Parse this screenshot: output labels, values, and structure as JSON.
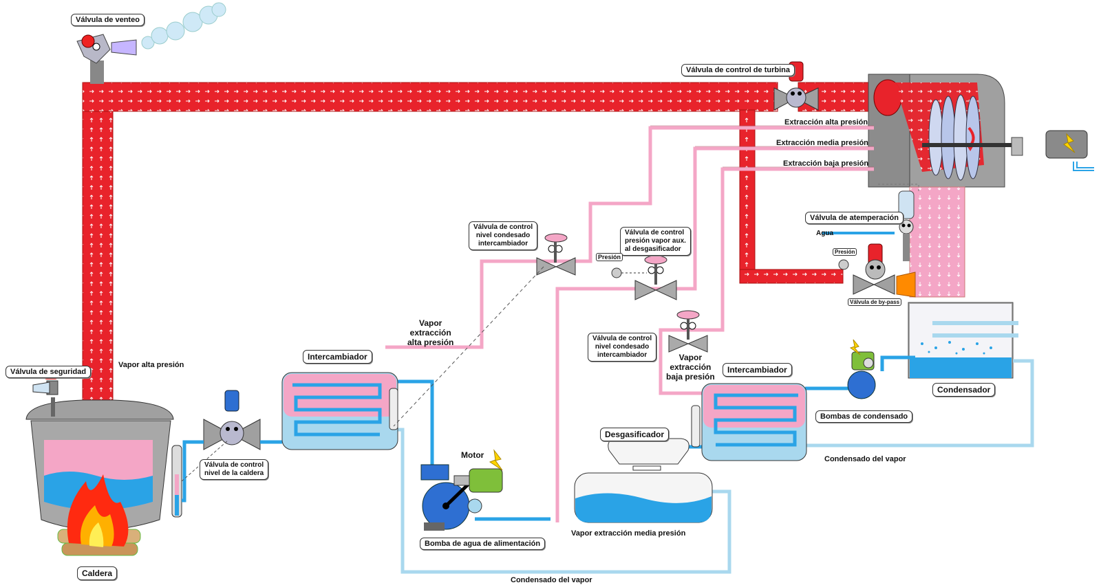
{
  "labels": {
    "valvula_venteo": "Válvula de venteo",
    "valvula_control_turbina": "Válvula de control de turbina",
    "extraccion_alta": "Extracción alta presión",
    "extraccion_media": "Extracción media presión",
    "extraccion_baja": "Extracción baja presión",
    "valvula_atemperacion": "Válvula de atemperación",
    "agua": "Agua",
    "presion_small": "Presión",
    "valvula_bypass": "Válvula de by-pass",
    "valvula_nivel_condensado_1": [
      "Válvula de control",
      "nivel condesado",
      "intercambiador"
    ],
    "valvula_presion_vapor_aux": [
      "Válvula de control",
      "presión vapor aux.",
      "al desgasificador"
    ],
    "presion": "Presión",
    "valvula_nivel_condensado_2": [
      "Válvula de control",
      "nivel  condesado",
      "intercambiador"
    ],
    "vapor_extraccion_alta": [
      "Vapor",
      "extracción",
      "alta presión"
    ],
    "vapor_extraccion_baja": [
      "Vapor",
      "extracción",
      "baja presión"
    ],
    "valvula_seguridad": "Válvula de seguridad",
    "vapor_alta_presion": "Vapor alta presión",
    "intercambiador_1": "Intercambiador",
    "intercambiador_2": "Intercambiador",
    "condensador": "Condensador",
    "bombas_condensado": "Bombas de condensado",
    "condensado_vapor_right": "Condensado del vapor",
    "desgasificador": "Desgasificador",
    "motor": "Motor",
    "valvula_nivel_caldera": [
      "Válvula de control",
      "nivel de la caldera"
    ],
    "bomba_alimentacion": "Bomba de agua de alimentación",
    "vapor_extraccion_media": "Vapor  extracción media presión",
    "caldera": "Caldera",
    "condensado_vapor_bottom": "Condensado del vapor"
  },
  "colors": {
    "steam_high": "#e8232b",
    "steam_low": "#f4a6c6",
    "water": "#2aa3e6",
    "condensate": "#a9d8ee",
    "equipment_gray": "#a8a8a8",
    "flame": "#ff8a00"
  }
}
